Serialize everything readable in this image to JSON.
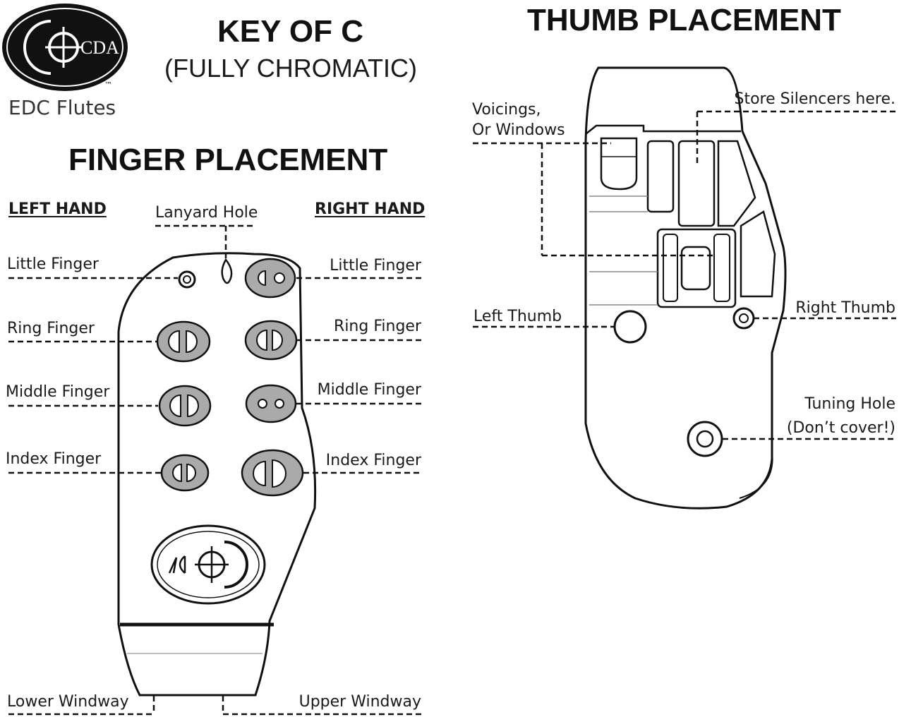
{
  "logo": {
    "wordmark": "CDA",
    "tm": "™",
    "brand": "EDC Flutes"
  },
  "header": {
    "title": "KEY OF C",
    "subtitle": "(FULLY CHROMATIC)"
  },
  "finger_section": {
    "title": "FINGER PLACEMENT",
    "left_hand": "LEFT HAND",
    "right_hand": "RIGHT HAND",
    "lanyard_hole": "Lanyard Hole",
    "left_labels": [
      "Little Finger",
      "Ring Finger",
      "Middle Finger",
      "Index Finger"
    ],
    "right_labels": [
      "Little Finger",
      "Ring Finger",
      "Middle Finger",
      "Index Finger"
    ],
    "lower_windway": "Lower Windway",
    "upper_windway": "Upper Windway"
  },
  "thumb_section": {
    "title": "THUMB PLACEMENT",
    "voicings_line1": "Voicings,",
    "voicings_line2": "Or Windows",
    "store_silencers": "Store Silencers here.",
    "left_thumb": "Left Thumb",
    "right_thumb": "Right Thumb",
    "tuning_line1": "Tuning Hole",
    "tuning_line2": "(Don’t cover!)"
  },
  "colors": {
    "ink": "#111111",
    "hole_fill": "#a9a9a9",
    "body_fill": "#ffffff"
  }
}
